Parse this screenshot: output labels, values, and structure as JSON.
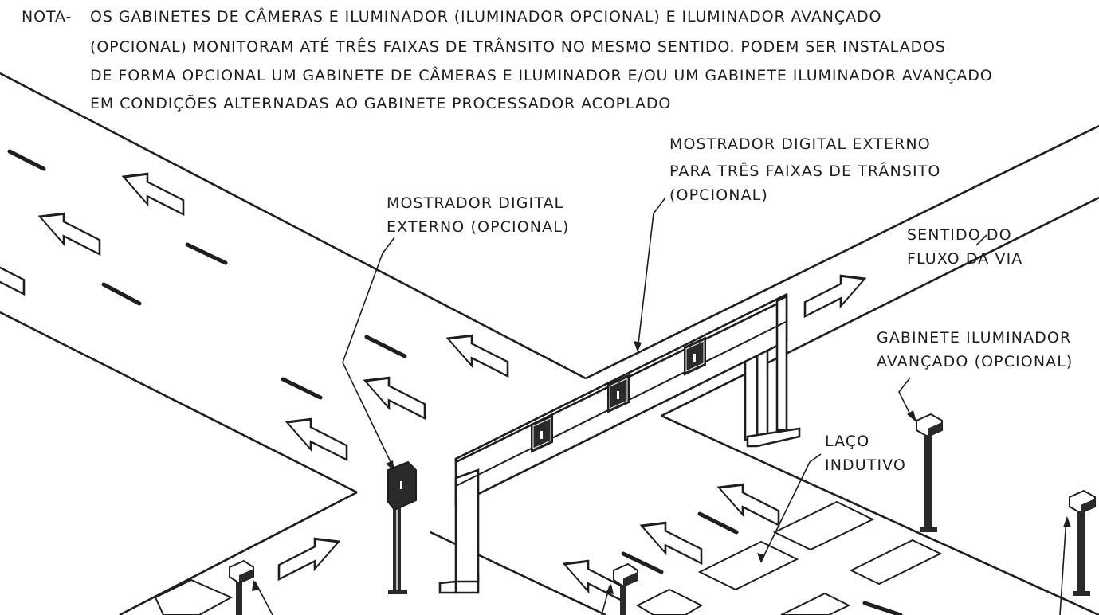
{
  "note": {
    "prefix": "NOTA-",
    "lines": [
      "OS GABINETES DE CÂMERAS E ILUMINADOR (ILUMINADOR OPCIONAL) E ILUMINADOR AVANÇADO",
      "(OPCIONAL) MONITORAM ATÉ TRÊS FAIXAS DE TRÂNSITO NO MESMO SENTIDO. PODEM SER INSTALADOS",
      "DE FORMA OPCIONAL UM GABINETE DE CÂMERAS E ILUMINADOR E/OU UM GABINETE ILUMINADOR AVANÇADO",
      "EM CONDIÇÕES ALTERNADAS AO GABINETE PROCESSADOR ACOPLADO"
    ]
  },
  "labels": {
    "display_3lanes": [
      "MOSTRADOR DIGITAL EXTERNO",
      "PARA TRÊS FAIXAS DE TRÂNSITO",
      "(OPCIONAL)"
    ],
    "display_single": [
      "MOSTRADOR DIGITAL",
      "EXTERNO (OPCIONAL)"
    ],
    "flow_direction": [
      "SENTIDO DO",
      "FLUXO DA VIA"
    ],
    "advanced_illuminator": [
      "GABINETE ILUMINADOR",
      "AVANÇADO (OPCIONAL)"
    ],
    "inductive_loop": [
      "LAÇO",
      "INDUTIVO"
    ]
  },
  "colors": {
    "ink": "#1e1e1e",
    "paper": "#ffffff",
    "fill": "#f4f4f4"
  }
}
